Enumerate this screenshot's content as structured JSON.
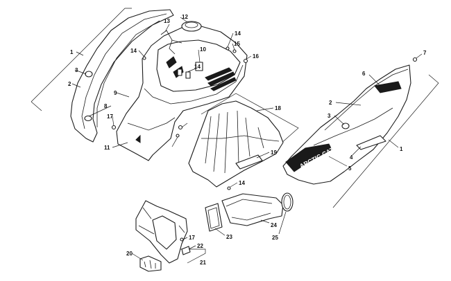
{
  "decal_text": "ARCTIC CAT",
  "callouts": [
    "1",
    "2",
    "3",
    "8",
    "17",
    "11",
    "9",
    "13",
    "12",
    "14",
    "10",
    "15",
    "16",
    "14",
    "14",
    "18",
    "19",
    "14",
    "20",
    "17",
    "22",
    "21",
    "23",
    "24",
    "25",
    "1",
    "2",
    "3",
    "4",
    "5",
    "6",
    "7"
  ]
}
